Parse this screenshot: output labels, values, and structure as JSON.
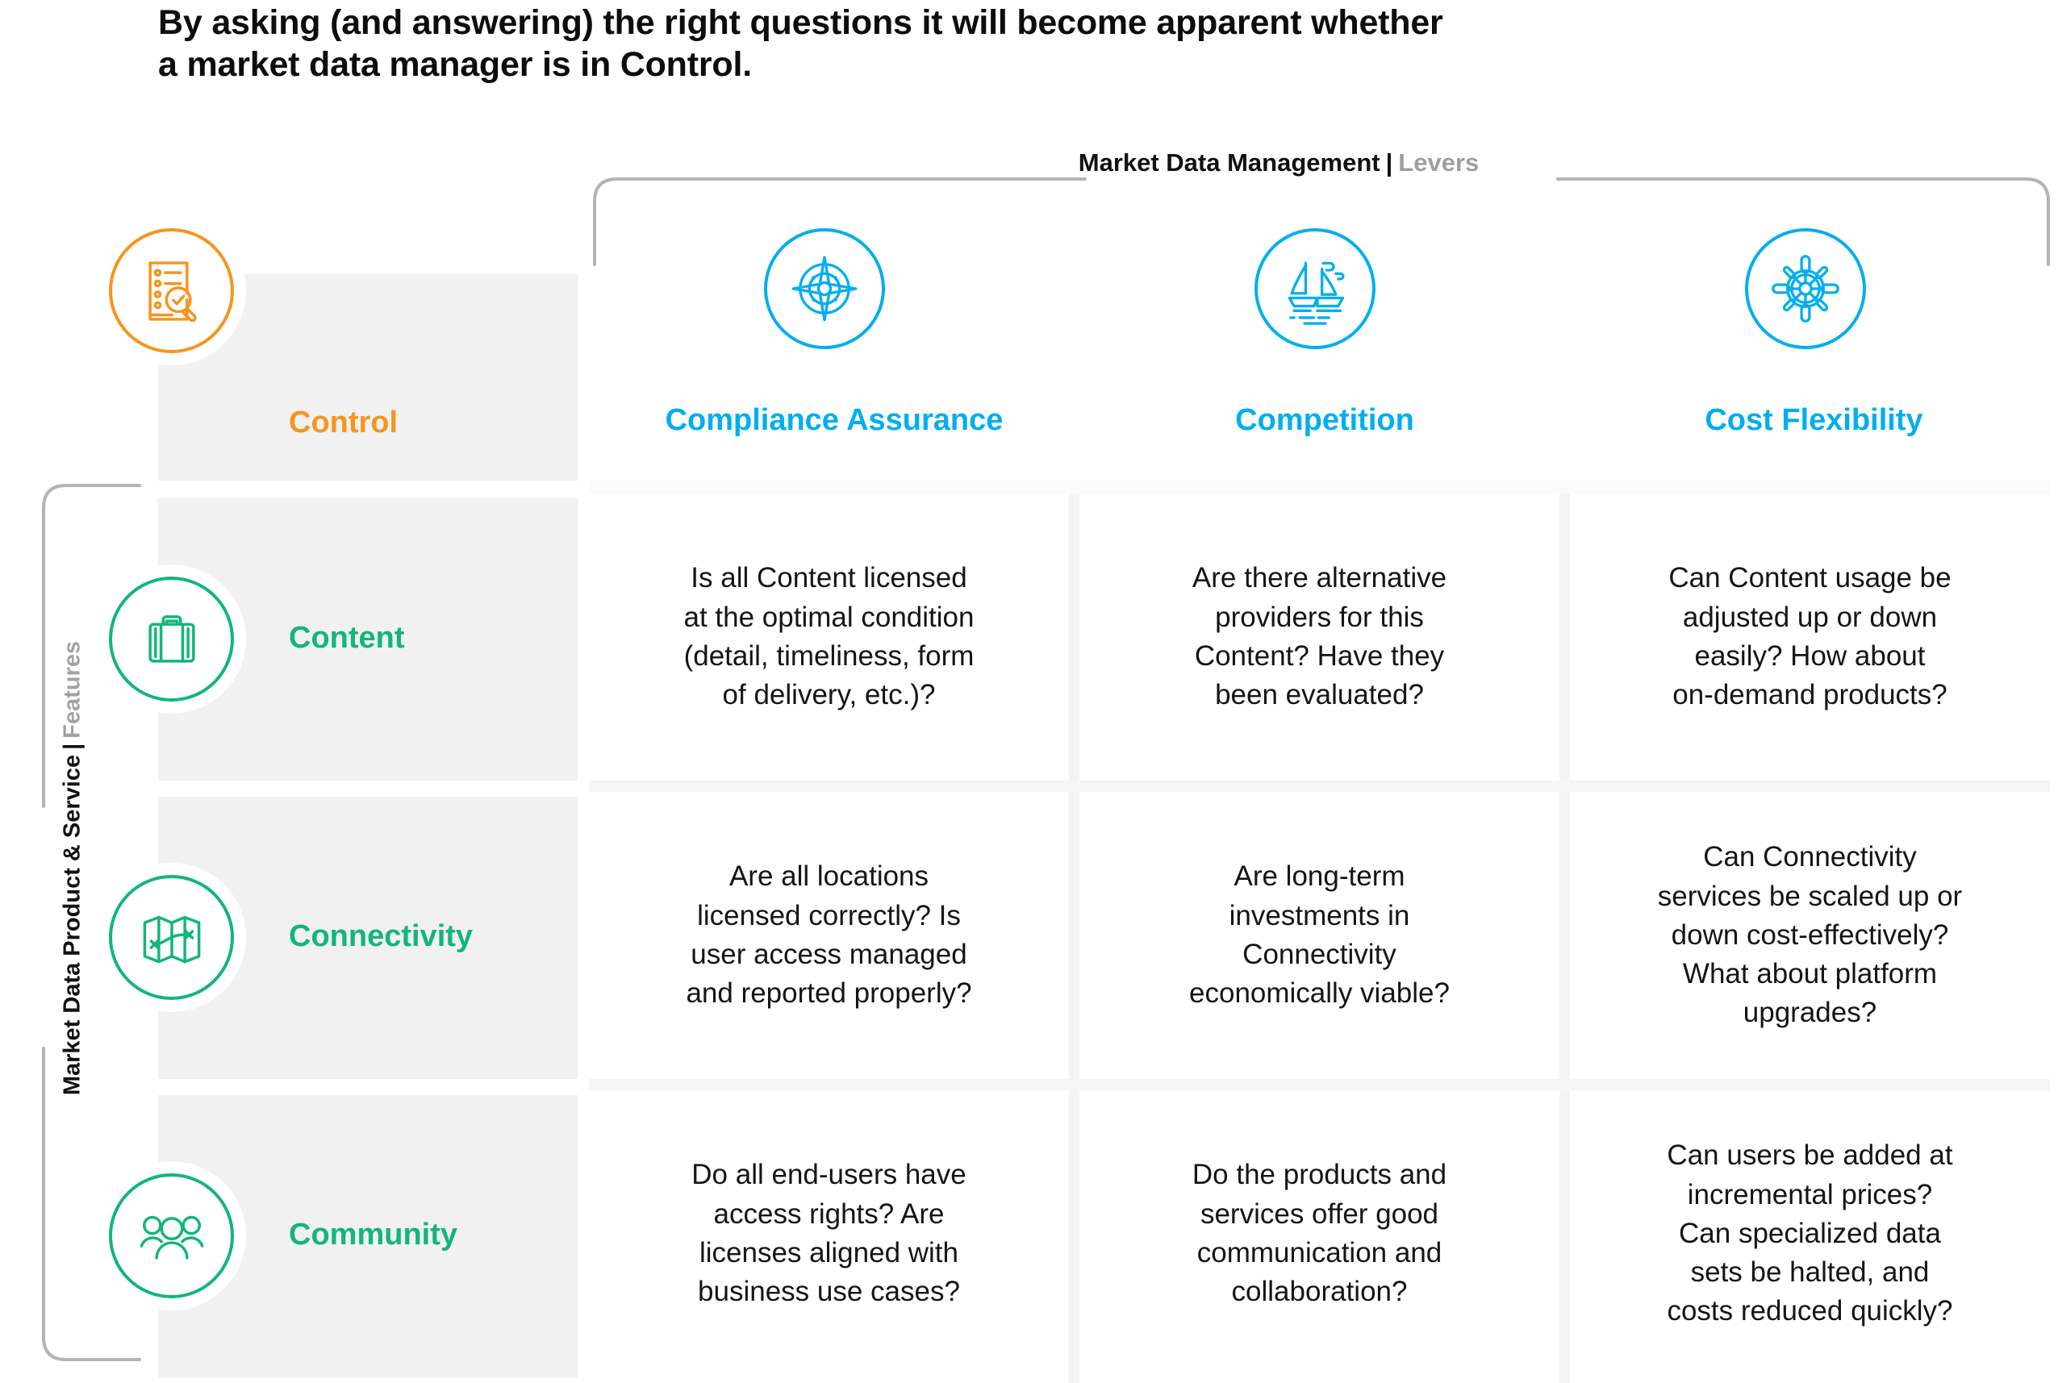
{
  "title": "By asking (and answering) the right questions it will become apparent whether\na market data manager is in Control.",
  "brackets": {
    "top": {
      "primary": "Market Data Management",
      "separator": "|",
      "secondary": "Levers"
    },
    "left": {
      "primary": "Market Data Product & Service",
      "separator": "|",
      "secondary": "Features"
    }
  },
  "colors": {
    "orange": "#f7941d",
    "green": "#12b678",
    "blue": "#00aeef",
    "muted_gray": "#9e9e9e",
    "stripe_gray": "#f1f1f1",
    "text_black": "#151515"
  },
  "corner": {
    "label": "Control",
    "icon": "clipboard-magnifier-icon",
    "color": "#f7941d"
  },
  "columns": [
    {
      "label": "Compliance Assurance",
      "icon": "compass-rose-icon",
      "color": "#00aeef"
    },
    {
      "label": "Competition",
      "icon": "sailboats-icon",
      "color": "#00aeef"
    },
    {
      "label": "Cost Flexibility",
      "icon": "ships-wheel-icon",
      "color": "#00aeef"
    }
  ],
  "rows": [
    {
      "label": "Content",
      "icon": "briefcase-icon",
      "color": "#12b678"
    },
    {
      "label": "Connectivity",
      "icon": "folded-map-icon",
      "color": "#12b678"
    },
    {
      "label": "Community",
      "icon": "people-group-icon",
      "color": "#12b678"
    }
  ],
  "matrix": [
    [
      "Is all Content licensed\nat the optimal condition\n(detail, timeliness, form\nof delivery, etc.)?",
      "Are there alternative\nproviders for this\nContent? Have they\nbeen evaluated?",
      "Can Content usage be\nadjusted up or down\neasily?  How about\non-demand products?"
    ],
    [
      "Are all locations\nlicensed correctly? Is\nuser access managed\nand reported properly?",
      "Are long-term\ninvestments in\nConnectivity\neconomically viable?",
      "Can Connectivity\nservices be scaled up or\ndown cost-effectively?\nWhat about platform\nupgrades?"
    ],
    [
      "Do all end-users have\naccess rights? Are\nlicenses aligned with\nbusiness use cases?",
      "Do the products and\nservices offer good\ncommunication and\ncollaboration?",
      "Can users be added at\nincremental prices?\nCan specialized data\nsets be halted, and\ncosts reduced quickly?"
    ]
  ]
}
